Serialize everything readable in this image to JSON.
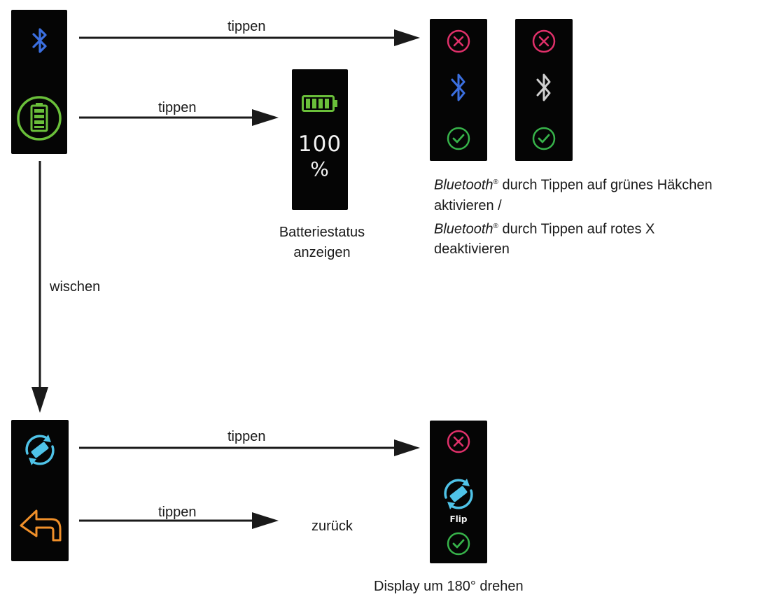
{
  "labels": {
    "tap": "tippen",
    "swipe": "wischen",
    "back": "zurück",
    "battery_caption_line1": "Batteriestatus",
    "battery_caption_line2": "anzeigen",
    "battery_value": "100",
    "battery_unit": "%",
    "flip_label": "Flip",
    "display_caption": "Display um 180° drehen"
  },
  "bluetooth_caption": {
    "brand": "Bluetooth",
    "reg": "®",
    "line1_rest": " durch Tippen auf grünes Häkchen",
    "line2": "aktivieren /",
    "line3_rest": " durch Tippen auf rotes X",
    "line4": "deaktivieren"
  },
  "colors": {
    "screen_bg": "#050505",
    "bluetooth_blue": "#3b6fe0",
    "battery_green": "#6abf3a",
    "cancel_red": "#e0306a",
    "confirm_green": "#37b34a",
    "flip_cyan": "#4fc3e8",
    "back_orange": "#f0902a",
    "inactive_grey": "#cfcfcf",
    "arrow": "#1a1a1a"
  },
  "icons": [
    "bluetooth-icon",
    "battery-icon",
    "close-icon",
    "check-icon",
    "flip-rotate-icon",
    "back-arrow-icon"
  ]
}
